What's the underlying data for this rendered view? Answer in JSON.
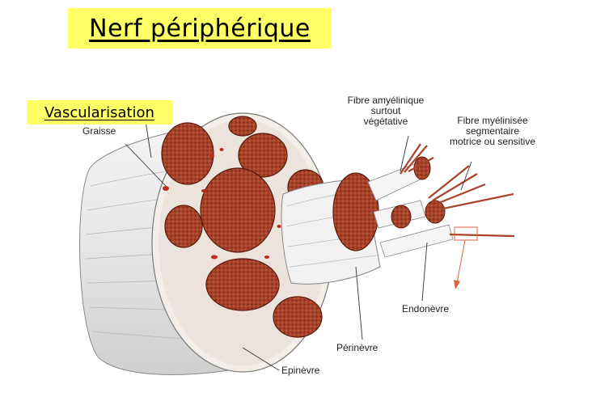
{
  "title": "Nerf périphérique",
  "subtitle": "Vascularisation",
  "labels": {
    "graisse": "Graisse",
    "fibre_amyelinique": [
      "Fibre amyélinique",
      "surtout",
      "végétative"
    ],
    "fibre_myelinisee": [
      "Fibre myélinisée",
      "segmentaire",
      "motrice ou sensitive"
    ],
    "endonevre": "Endonèvre",
    "perinevre": "Périnèvre",
    "epinevre": "Epinèvre"
  },
  "colors": {
    "highlight": "#ffff66",
    "fascicle": "#a8432a",
    "fascicle_dark": "#6e2212",
    "vessel": "#c0281e",
    "arrow": "#e0603a"
  }
}
